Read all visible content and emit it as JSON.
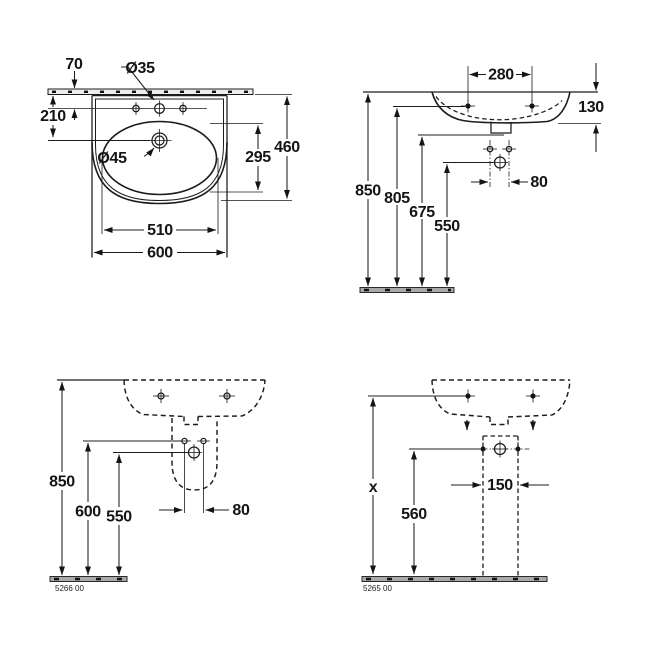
{
  "colors": {
    "line": "#1c1c1c",
    "floor": "#a9a9a9",
    "background": "#ffffff"
  },
  "views": {
    "top_view": {
      "dims": {
        "d70": "70",
        "d210": "210",
        "dia35": "Ø35",
        "dia45": "Ø45",
        "d295": "295",
        "d460": "460",
        "d510": "510",
        "d600": "600"
      }
    },
    "side_view": {
      "dims": {
        "d280": "280",
        "d130": "130",
        "d850": "850",
        "d805": "805",
        "d675": "675",
        "d550": "550",
        "d80": "80"
      }
    },
    "front_view_siphon_cover": {
      "dims": {
        "d850": "850",
        "d600": "600",
        "d550": "550",
        "d80": "80"
      },
      "product_code": "5266 00"
    },
    "front_view_pedestal": {
      "dims": {
        "x": "x",
        "d560": "560",
        "d150": "150"
      },
      "product_code": "5265 00"
    }
  }
}
